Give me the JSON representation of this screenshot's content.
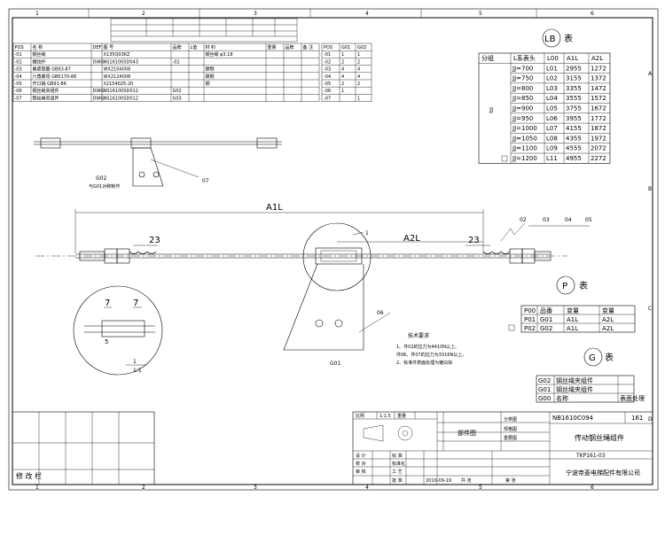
{
  "frame": {
    "columns": [
      "1",
      "2",
      "3",
      "4",
      "5",
      "6"
    ],
    "rows": [
      "A",
      "B",
      "C",
      "D"
    ],
    "revision_side_label": "修 改 栏"
  },
  "parts_table": {
    "headers": [
      "POS",
      "名 称",
      "DEF",
      "图 号",
      "品牌",
      "L值",
      "材 料",
      "重量",
      "品牌",
      "备 注"
    ],
    "rows": [
      {
        "pos": "-01",
        "name": "钢丝绳",
        "def": "",
        "drawing": "X135Q03KZ",
        "brand": "",
        "lval": "",
        "material": "钢丝绳 φ3.18"
      },
      {
        "pos": "-02",
        "name": "棚纹杆",
        "def": "DWG",
        "drawing": "NS16100SD043",
        "brand": "-02",
        "lval": "",
        "material": ""
      },
      {
        "pos": "-03",
        "name": "垂紧垫圈 GB93-87",
        "def": "",
        "drawing": "WX2104008",
        "brand": "",
        "lval": "",
        "material": "碳钢"
      },
      {
        "pos": "-04",
        "name": "六角螺母 GB6170-86",
        "def": "",
        "drawing": "WX2124008",
        "brand": "",
        "lval": "",
        "material": "碳钢"
      },
      {
        "pos": "-05",
        "name": "开口销 GB91-86",
        "def": "",
        "drawing": "X2154025-20",
        "brand": "",
        "lval": "",
        "material": "钢"
      },
      {
        "pos": "-06",
        "name": "钢丝绳夹组件",
        "def": "DWG",
        "drawing": "NS16100SD012",
        "brand": "G02",
        "lval": "",
        "material": ""
      },
      {
        "pos": "-07",
        "name": "钢丝绳夹组件",
        "def": "DWG",
        "drawing": "NS16100SD012",
        "brand": "G03",
        "lval": "",
        "material": ""
      }
    ]
  },
  "qty_table": {
    "headers": [
      "POS",
      "G01",
      "G02"
    ],
    "rows": [
      [
        "-01",
        "1",
        "1"
      ],
      [
        "-02",
        "2",
        "2"
      ],
      [
        "-03",
        "4",
        "4"
      ],
      [
        "-04",
        "4",
        "4"
      ],
      [
        "-05",
        "2",
        "2"
      ],
      [
        "-06",
        "1",
        ""
      ],
      [
        "-07",
        "",
        "1"
      ]
    ]
  },
  "lb_table": {
    "symbol": "LB",
    "suffix": "表",
    "headers": [
      "分组",
      "L系表头",
      "L00",
      "A1L",
      "A2L"
    ],
    "group": "JJ",
    "rows": [
      [
        "JJ=700",
        "L01",
        "2955",
        "1272"
      ],
      [
        "JJ=750",
        "L02",
        "3155",
        "1372"
      ],
      [
        "JJ=800",
        "L03",
        "3355",
        "1472"
      ],
      [
        "JJ=850",
        "L04",
        "3555",
        "1572"
      ],
      [
        "JJ=900",
        "L05",
        "3755",
        "1672"
      ],
      [
        "JJ=950",
        "L06",
        "3955",
        "1772"
      ],
      [
        "JJ=1000",
        "L07",
        "4155",
        "1872"
      ],
      [
        "JJ=1050",
        "L08",
        "4355",
        "1972"
      ],
      [
        "JJ=1100",
        "L09",
        "4555",
        "2072"
      ],
      [
        "JJ=1200",
        "L11",
        "4955",
        "2272"
      ]
    ]
  },
  "p_table": {
    "symbol": "P",
    "suffix": "表",
    "headers": [
      "P00",
      "品番",
      "变量",
      "变量"
    ],
    "rows": [
      [
        "P01",
        "G01",
        "A1L",
        "A2L"
      ],
      [
        "P02",
        "G02",
        "A1L",
        "A2L"
      ]
    ]
  },
  "g_table": {
    "symbol": "G",
    "suffix": "表",
    "rows": [
      [
        "G02",
        "钢丝绳夹组件"
      ],
      [
        "G01",
        "钢丝绳夹组件"
      ]
    ],
    "header": [
      "G00",
      "名称",
      "表面处理"
    ]
  },
  "drawing": {
    "dim_a1l": "A1L",
    "dim_a2l": "A2L",
    "dim_23_left": "23",
    "dim_23_right": "23",
    "dim_7a": "7",
    "dim_7b": "7",
    "dim_5": "5",
    "callouts": [
      "02",
      "03",
      "04",
      "05"
    ],
    "callout_06": "06",
    "callout_07": "07",
    "callout_1": "1",
    "label_g01": "G01",
    "label_g02": "G02",
    "note_g02": "与G01对称制作",
    "scale_detail": "1:1",
    "scale_mark": "1",
    "tech_title": "技术要求",
    "tech_1": "1、件02的拉力为4410N以上。",
    "tech_2": "件06、件07的拉力为3316N以上。",
    "tech_3": "2、标准件表面处理为镀白锌"
  },
  "title_block": {
    "scale_label": "比例",
    "scale_value": "1:1.5",
    "weight_label": "重量",
    "view_label": "部件图",
    "field_classify": "分类图",
    "field_plan": "规格图",
    "field_seq": "重要图",
    "drawing_no": "NB1610C094",
    "sheet_no": "161",
    "title": "传动钢丝绳组件",
    "code": "TKP161-03",
    "company": "宁波帝菱电梯配件有限公司",
    "date": "2010-09-19",
    "design": "设 计",
    "check": "校 对",
    "approve": "审 核",
    "standard": "标 准",
    "process": "工 艺",
    "std_check": "标准化",
    "ratify": "批 准",
    "total_label": "共 张",
    "sheet_label": "第 张"
  }
}
